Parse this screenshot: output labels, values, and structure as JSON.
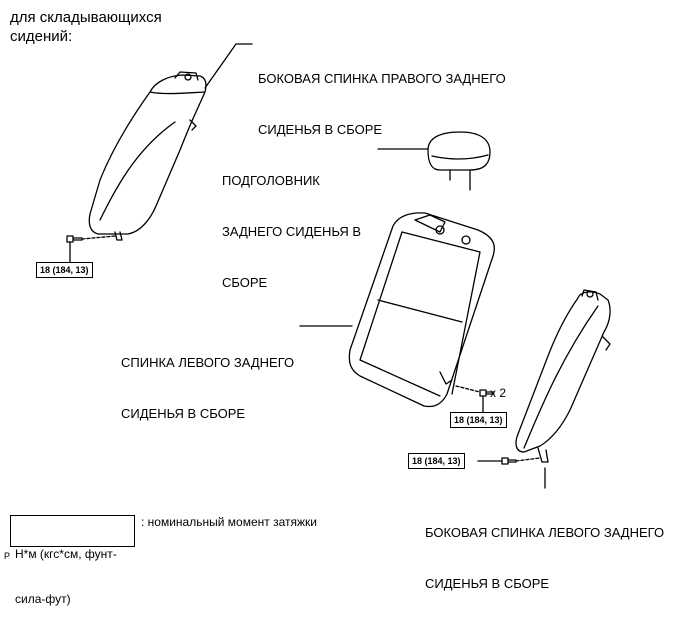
{
  "header": {
    "line1": "для складывающихся",
    "line2": "сидений:"
  },
  "labels": {
    "right_back_1": "БОКОВАЯ СПИНКА ПРАВОГО ЗАДНЕГО",
    "right_back_2": "СИДЕНЬЯ В СБОРЕ",
    "headrest_1": "ПОДГОЛОВНИК",
    "headrest_2": "ЗАДНЕГО СИДЕНЬЯ В",
    "headrest_3": "СБОРЕ",
    "left_back_1": "СПИНКА ЛЕВОГО ЗАДНЕГО",
    "left_back_2": "СИДЕНЬЯ В СБОРЕ",
    "left_side_1": "БОКОВАЯ СПИНКА ЛЕВОГО ЗАДНЕГО",
    "left_side_2": "СИДЕНЬЯ В СБОРЕ",
    "bolt_count": "x 2"
  },
  "torques": {
    "t1": "18 (184, 13)",
    "t2": "18 (184, 13)",
    "t3": "18 (184, 13)"
  },
  "legend": {
    "box_line1": "Н*м (кгс*см, фунт-",
    "box_line2": "сила-фут)",
    "note": ": номинальный момент затяжки"
  },
  "figure_code": "P"
}
